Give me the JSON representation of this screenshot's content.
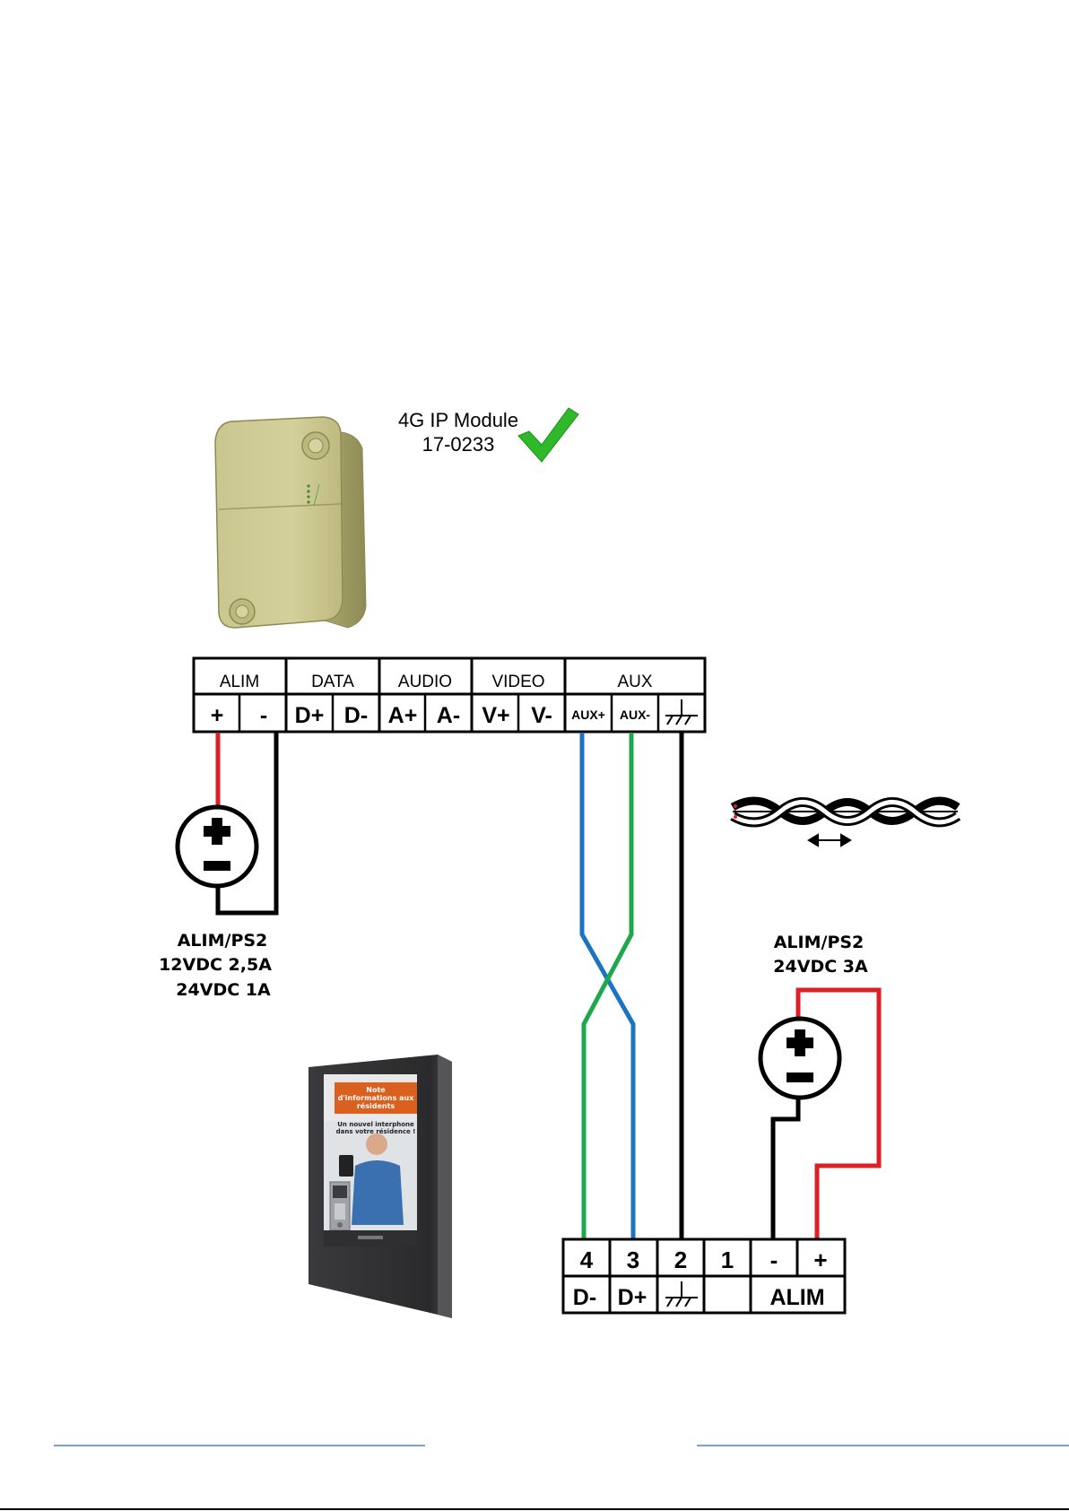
{
  "module": {
    "name": "4G IP Module",
    "reference": "17-0233",
    "check_color": "#2fb82a",
    "check_icon": "checkmark-icon"
  },
  "top_block": {
    "groups": [
      "ALIM",
      "DATA",
      "AUDIO",
      "VIDEO",
      "AUX"
    ],
    "terminals": [
      "+",
      "-",
      "D+",
      "D-",
      "A+",
      "A-",
      "V+",
      "V-",
      "AUX+",
      "AUX-"
    ],
    "ground_icon": "ground-icon"
  },
  "psu_left": {
    "icon": "dc-power-supply-icon",
    "lines": [
      "ALIM/PS2",
      "12VDC 2,5A",
      "24VDC 1A"
    ]
  },
  "psu_right": {
    "icon": "dc-power-supply-icon",
    "lines": [
      "ALIM/PS2",
      "24VDC 3A"
    ]
  },
  "twisted_pair": {
    "icon": "twisted-pair-cable-icon",
    "arrow_icon": "double-arrow-icon"
  },
  "screen": {
    "banner": "Note d'informations aux résidents",
    "subtitle": "Un nouvel interphone dans votre résidence !"
  },
  "bottom_block": {
    "numbers": [
      "4",
      "3",
      "2",
      "1",
      "-",
      "+"
    ],
    "labels": [
      "D-",
      "D+",
      "",
      "",
      "ALIM"
    ]
  },
  "wire_colors": {
    "red": "#dd1f26",
    "black": "#000000",
    "blue": "#1b74c2",
    "green": "#1ea84d"
  }
}
